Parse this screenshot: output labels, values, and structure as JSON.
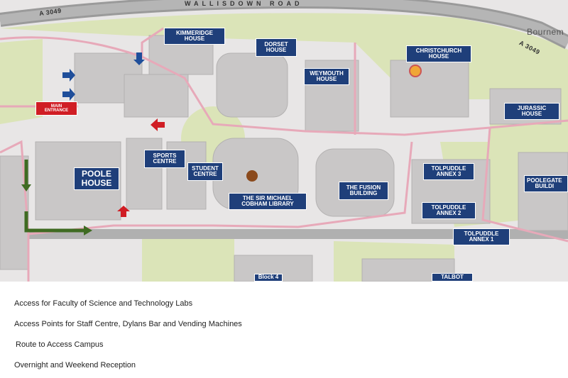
{
  "map": {
    "road_name": "WALLISDOWN ROAD",
    "road_a3049_1": "A 3049",
    "road_a3049_2": "A 3049",
    "town_label": "Bournem",
    "buildings": {
      "kimmeridge": "KIMMERIDGE\nHOUSE",
      "dorset": "DORSET\nHOUSE",
      "christchurch": "CHRISTCHURCH\nHOUSE",
      "weymouth": "WEYMOUTH\nHOUSE",
      "jurassic": "JURASSIC\nHOUSE",
      "main_entrance": "MAIN\nENTRANCE",
      "sports": "SPORTS\nCENTRE",
      "student": "STUDENT\nCENTRE",
      "poole": "POOLE\nHOUSE",
      "library": "THE SIR MICHAEL\nCOBHAM LIBRARY",
      "fusion": "THE FUSION\nBUILDING",
      "tolpuddle3": "TOLPUDDLE\nANNEX 3",
      "tolpuddle2": "TOLPUDDLE\nANNEX 2",
      "tolpuddle1": "TOLPUDDLE\nANNEX 1",
      "poolegate": "POOLEGATE\nBUILDI",
      "block4": "Block 4",
      "talbot": "TALBOT"
    },
    "colors": {
      "green": "#dbe4b8",
      "building": "#c9c7c7",
      "route_pink": "#e7a9b9",
      "label_navy": "#1f3f7a",
      "arrow_blue": "#1f4e9a",
      "arrow_red": "#d01d24",
      "arrow_green": "#3f6b22",
      "marker_brown": "#8b4a1c"
    }
  },
  "legend": {
    "item1": "Access for Faculty of Science and Technology Labs",
    "item2": "Access Points for Staff Centre, Dylans Bar and Vending Machines",
    "item3": "Route to Access Campus",
    "item4": "Overnight and Weekend Reception"
  }
}
